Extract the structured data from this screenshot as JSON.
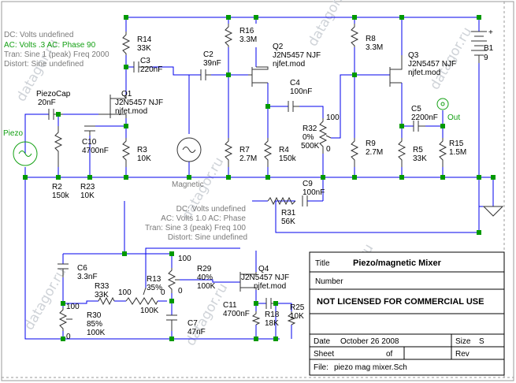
{
  "watermark": "datagor.ru",
  "colors": {
    "wire": "#0000ee",
    "node": "#009900",
    "accent": "#13a013",
    "muted": "#7a7a7a",
    "part": "#333333"
  },
  "sim_upper": {
    "dc": "DC: Volts undefined",
    "ac": "AC: Volts  .3  AC: Phase  90",
    "tran": "Tran: Sine  1 (peak)  Freq 2000",
    "distort": "Distort: Sine  undefined"
  },
  "sim_lower": {
    "dc": "DC: Volts undefined",
    "ac": "AC: Volts  1.0  AC: Phase",
    "tran": "Tran: Sine  3 (peak)  Freq 100",
    "distort": "Distort: Sine  undefined"
  },
  "sources": {
    "piezo": "Piezo",
    "piezocap": "PiezoCap",
    "piezocap_val": "20nF",
    "magnetic": "Magnetic"
  },
  "out_label": "Out",
  "battery": {
    "ref": "B1",
    "val": "9"
  },
  "parts": {
    "r14": {
      "ref": "R14",
      "val": "33K"
    },
    "c3": {
      "ref": "C3",
      "val": "220nF"
    },
    "q1": {
      "ref": "Q1",
      "type": "J2N5457  NJF",
      "model": "njfet.mod"
    },
    "c10": {
      "ref": "C10",
      "val": "4700nF"
    },
    "r3": {
      "ref": "R3",
      "val": "10K"
    },
    "r2": {
      "ref": "R2",
      "val": "150k"
    },
    "r23": {
      "ref": "R23",
      "val": "10K"
    },
    "c2": {
      "ref": "C2",
      "val": "39nF"
    },
    "r16": {
      "ref": "R16",
      "val": "3.3M"
    },
    "q2": {
      "ref": "Q2",
      "type": "J2N5457  NJF",
      "model": "njfet.mod"
    },
    "c4": {
      "ref": "C4",
      "val": "100nF"
    },
    "r7": {
      "ref": "R7",
      "val": "2.7M"
    },
    "r4": {
      "ref": "R4",
      "val": "150k"
    },
    "r32": {
      "ref": "R32",
      "pct": "0%",
      "val": "500K",
      "top": "100",
      "bot": "0"
    },
    "r8": {
      "ref": "R8",
      "val": "3.3M"
    },
    "q3": {
      "ref": "Q3",
      "type": "J2N5457  NJF",
      "model": "njfet.mod"
    },
    "c5": {
      "ref": "C5",
      "val": "2200nF"
    },
    "r9": {
      "ref": "R9",
      "val": "2.7M"
    },
    "r5": {
      "ref": "R5",
      "val": "33K"
    },
    "r15": {
      "ref": "R15",
      "val": "1.5M"
    },
    "c9": {
      "ref": "C9",
      "val": "100nF"
    },
    "r31": {
      "ref": "R31",
      "val": "56K"
    },
    "c6": {
      "ref": "C6",
      "val": "3.3nF"
    },
    "r33": {
      "ref": "R33",
      "val": "33K"
    },
    "r13": {
      "ref": "R13",
      "pct": "35%",
      "val": "100K",
      "left": "100",
      "right": "0"
    },
    "r29": {
      "ref": "R29",
      "pct": "40%",
      "val": "100K",
      "top": "100",
      "bot": "0"
    },
    "r30": {
      "ref": "R30",
      "pct": "85%",
      "val": "100K",
      "top": "100",
      "bot": "0"
    },
    "c7": {
      "ref": "C7",
      "val": "47nF"
    },
    "q4": {
      "ref": "Q4",
      "type": "J2N5457  NJF",
      "model": "njfet.mod"
    },
    "c11": {
      "ref": "C11",
      "val": "4700nF"
    },
    "r18": {
      "ref": "R18",
      "val": "18K"
    },
    "r25": {
      "ref": "R25",
      "val": "10K"
    }
  },
  "titleblock": {
    "title_label": "Title",
    "title": "Piezo/magnetic Mixer",
    "number_label": "Number",
    "notice": "NOT LICENSED FOR COMMERCIAL USE",
    "date_label": "Date",
    "date": "October 26 2008",
    "size_label": "Size",
    "size": "S",
    "sheet_label": "Sheet",
    "of_label": "of",
    "rev_label": "Rev",
    "file_label": "File:",
    "file": "piezo mag mixer.Sch"
  }
}
